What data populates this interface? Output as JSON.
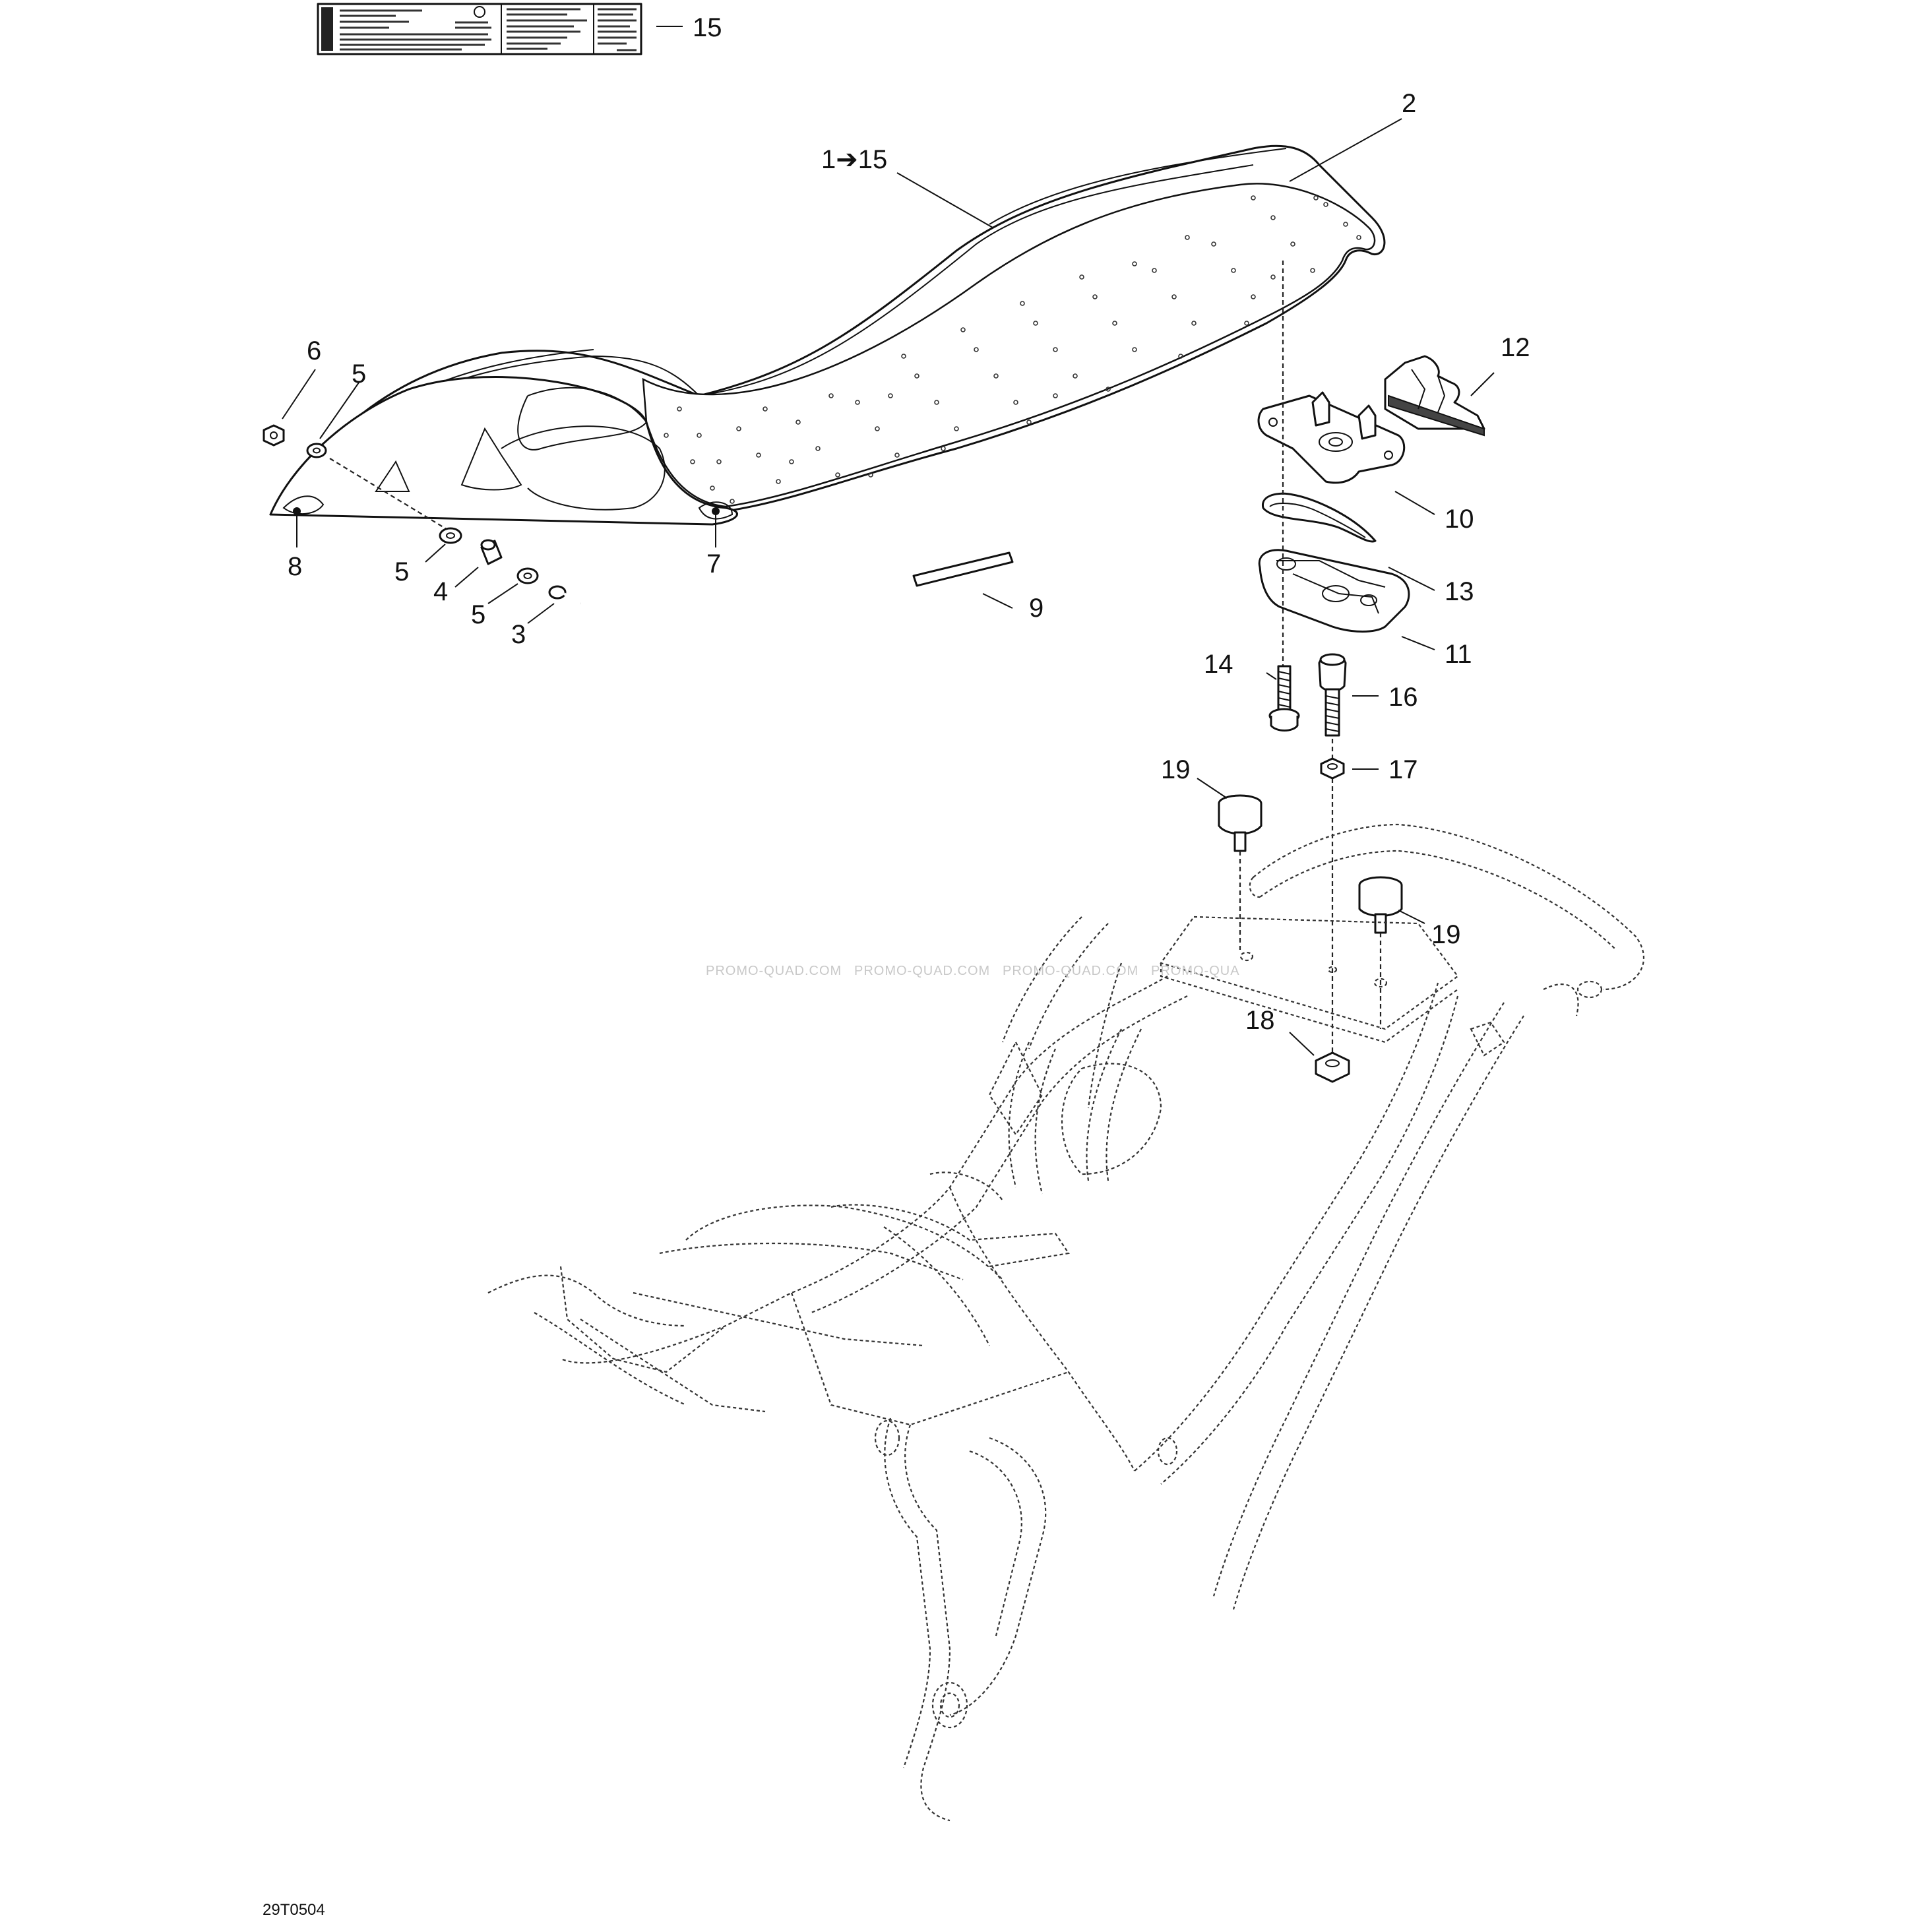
{
  "figure_code": "29T0504",
  "watermark": [
    "PROMO-QUAD.COM",
    "PROMO-QUAD.COM",
    "PROMO-QUAD.COM",
    "PROMO-QUA"
  ],
  "callouts": {
    "c15_top": "15",
    "c2": "2",
    "c1_15": "1➔15",
    "c6": "6",
    "c5_a": "5",
    "c5_b": "5",
    "c5_c": "5",
    "c4": "4",
    "c3": "3",
    "c8": "8",
    "c7": "7",
    "c9": "9",
    "c10": "10",
    "c11": "11",
    "c12": "12",
    "c13": "13",
    "c14": "14",
    "c16": "16",
    "c17": "17",
    "c18": "18",
    "c19_a": "19",
    "c19_b": "19"
  }
}
